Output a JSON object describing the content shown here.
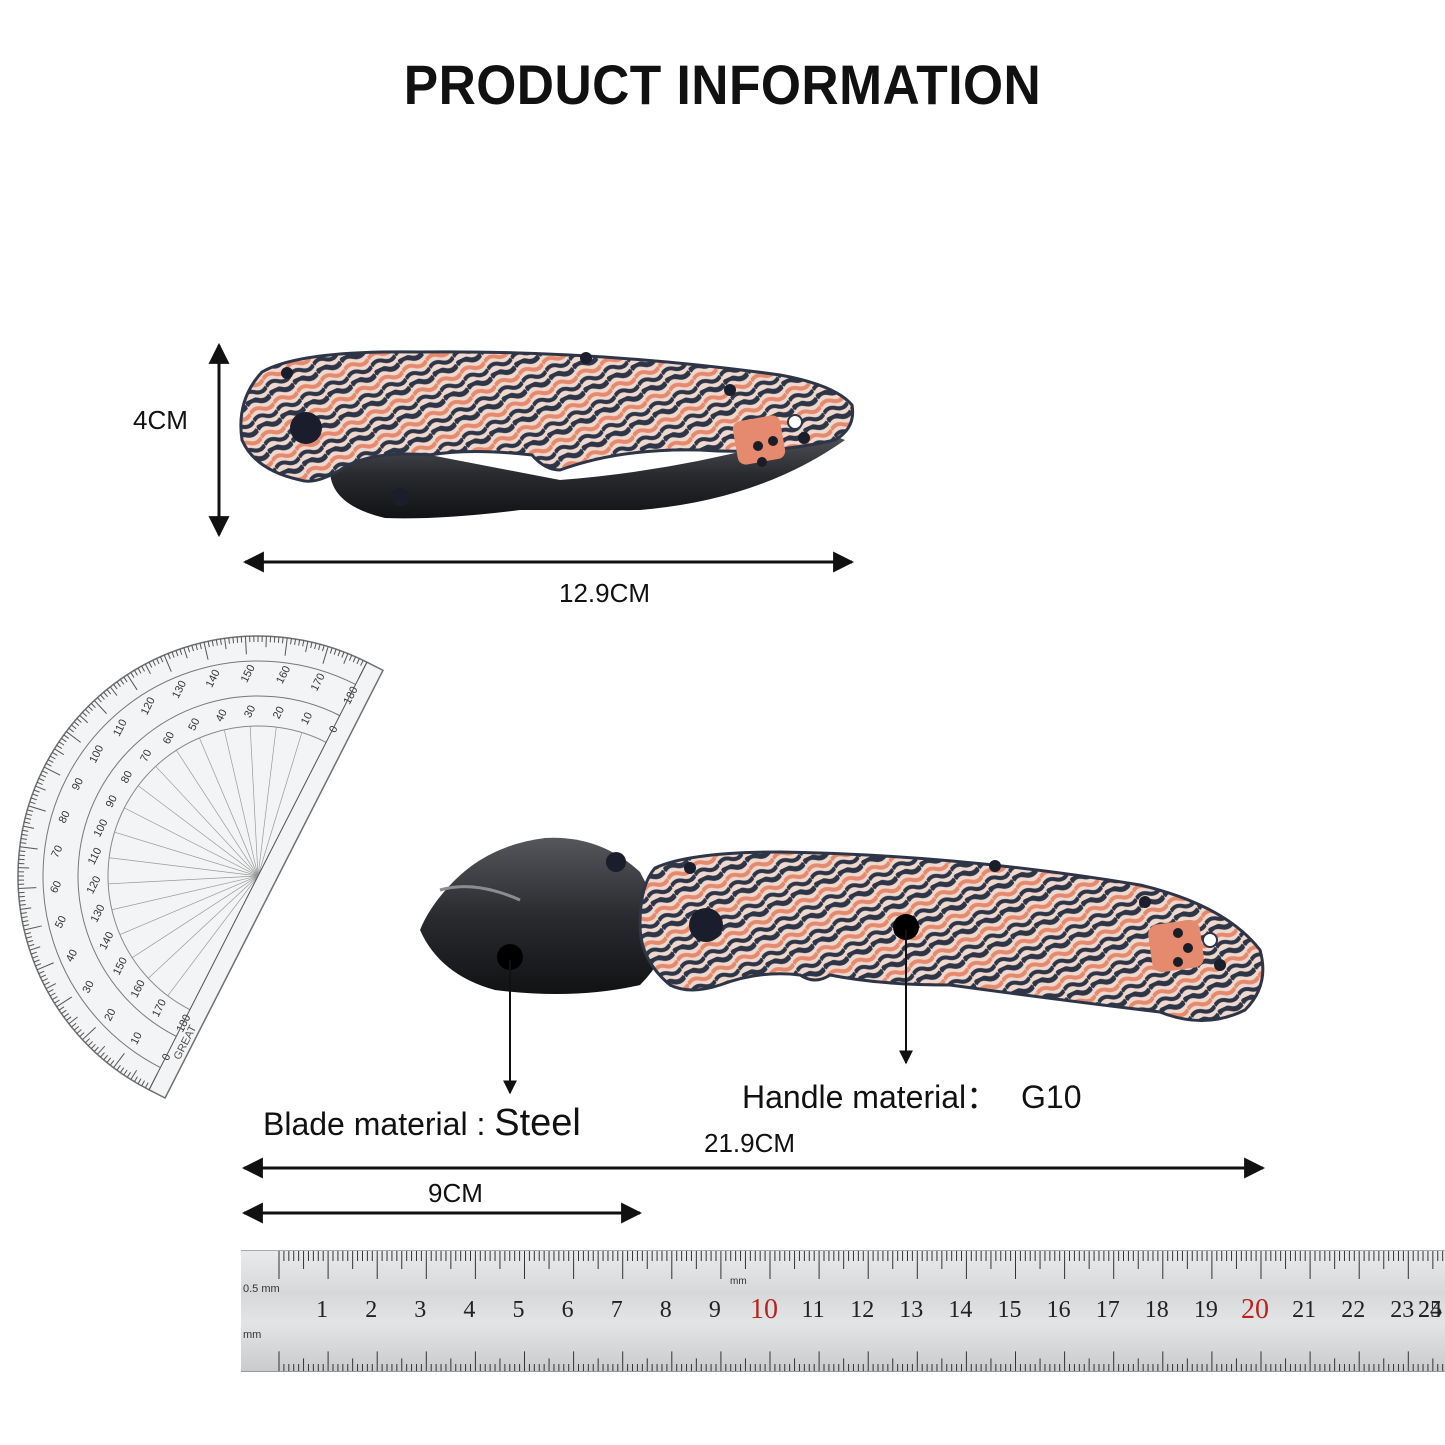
{
  "title": "PRODUCT INFORMATION",
  "closed_view": {
    "height_label": "4CM",
    "length_label": "12.9CM"
  },
  "open_view": {
    "total_length_label": "21.9CM",
    "blade_length_label": "9CM",
    "blade_material_label": "Blade material :",
    "blade_material_value": "Steel",
    "handle_material_label": "Handle material：",
    "handle_material_value": "G10"
  },
  "ruler": {
    "unit_top": "0.5 mm",
    "unit_mid": "mm",
    "unit_bottom": "mm",
    "numbers": [
      "1",
      "2",
      "3",
      "4",
      "5",
      "6",
      "7",
      "8",
      "9",
      "10",
      "11",
      "12",
      "13",
      "14",
      "15",
      "16",
      "17",
      "18",
      "19",
      "20",
      "21",
      "22",
      "23",
      "24",
      "25"
    ],
    "highlight_numbers": [
      "10",
      "20"
    ]
  },
  "protractor": {
    "brand": "GREAT",
    "outer_scale": [
      "0",
      "10",
      "20",
      "30",
      "40",
      "50",
      "60",
      "70",
      "80",
      "90",
      "100",
      "110",
      "120",
      "130",
      "140",
      "150",
      "160",
      "170",
      "180"
    ],
    "inner_scale": [
      "180",
      "170",
      "160",
      "150",
      "140",
      "130",
      "120",
      "110",
      "100",
      "90",
      "80",
      "70",
      "60",
      "50",
      "40",
      "30",
      "20",
      "10",
      "0"
    ]
  },
  "colors": {
    "handle_dark": "#2e3547",
    "handle_orange": "#e58a6e",
    "handle_light": "#efd9cf",
    "blade": "#2a2b2f",
    "ruler_red": "#b8231e"
  }
}
